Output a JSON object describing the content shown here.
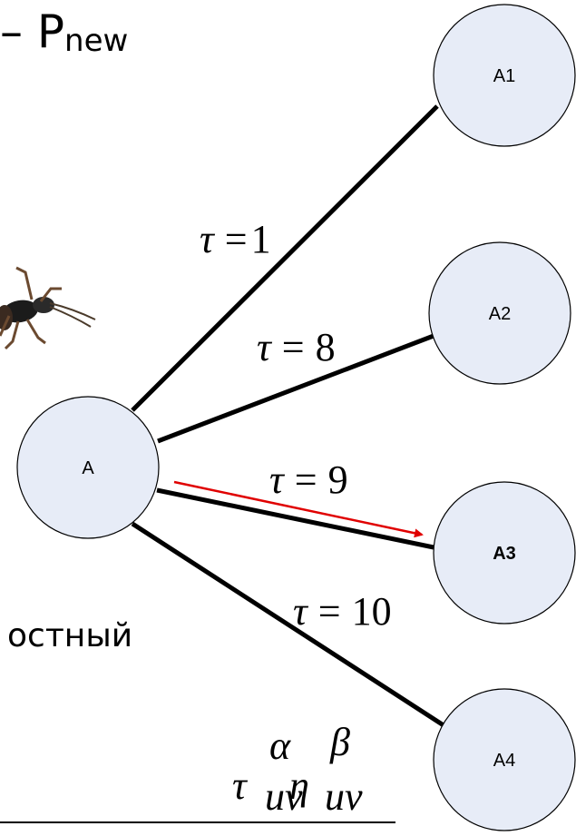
{
  "heading": {
    "prefix": "– P",
    "subscript": "new"
  },
  "fragment_text": "остный",
  "formula": {
    "tau": "τ",
    "alpha": "α",
    "sub1": "uv",
    "eta": "η",
    "beta": "β",
    "sub2": "uv"
  },
  "nodes": {
    "A": "A",
    "A1": "A1",
    "A2": "A2",
    "A3": "A3",
    "A4": "A4"
  },
  "edges": {
    "A1": {
      "symbol": "τ",
      "eq": "=",
      "value": "1"
    },
    "A2": {
      "symbol": "τ",
      "eq": "=",
      "value": "8"
    },
    "A3": {
      "symbol": "τ",
      "eq": "=",
      "value": "9"
    },
    "A4": {
      "symbol": "τ",
      "eq": "=",
      "value": "10"
    }
  },
  "colors": {
    "node_fill": "#e7ecf7",
    "edge": "#000000",
    "chosen_path_arrow": "#e00000"
  },
  "icons": [
    "ant-image"
  ]
}
